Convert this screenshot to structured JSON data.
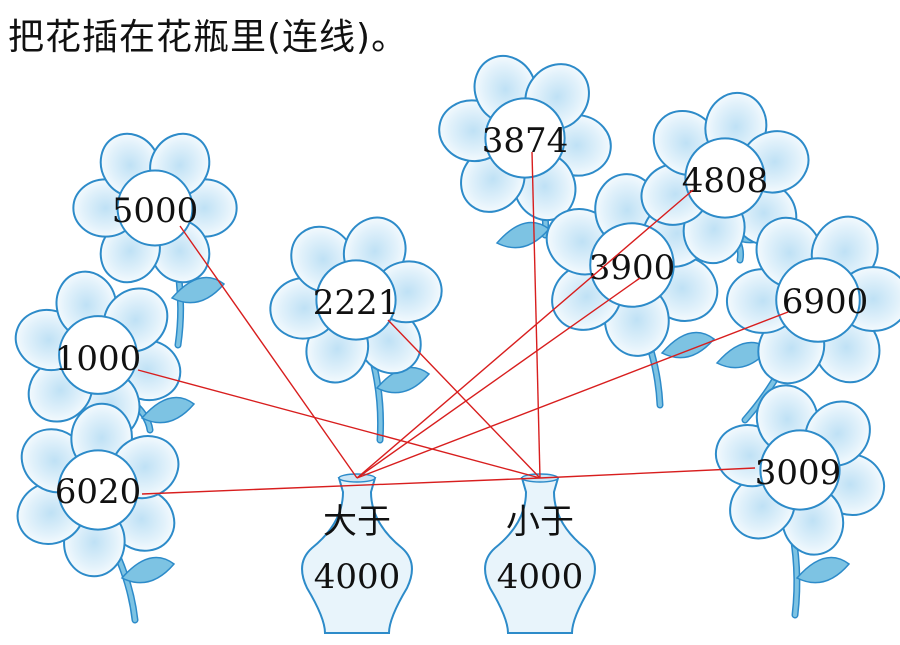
{
  "instruction": "把花插在花瓶里(连线)。",
  "flowers": [
    {
      "id": "f5000",
      "label": "5000"
    },
    {
      "id": "f1000",
      "label": "1000"
    },
    {
      "id": "f6020",
      "label": "6020"
    },
    {
      "id": "f2221",
      "label": "2221"
    },
    {
      "id": "f3874",
      "label": "3874"
    },
    {
      "id": "f3900",
      "label": "3900"
    },
    {
      "id": "f4808",
      "label": "4808"
    },
    {
      "id": "f6900",
      "label": "6900"
    },
    {
      "id": "f3009",
      "label": "3009"
    }
  ],
  "vases": [
    {
      "id": "big",
      "line1": "大于",
      "line2": "4000"
    },
    {
      "id": "small",
      "line1": "小于",
      "line2": "4000"
    }
  ],
  "connections": [
    [
      "f5000",
      "big"
    ],
    [
      "f4808",
      "big"
    ],
    [
      "f3900",
      "big"
    ],
    [
      "f6900",
      "big"
    ],
    [
      "f1000",
      "small"
    ],
    [
      "f6020",
      "small"
    ],
    [
      "f2221",
      "small"
    ],
    [
      "f3874",
      "small"
    ],
    [
      "f3009",
      "small"
    ]
  ],
  "colors": {
    "petal_fill": "#ffffff",
    "petal_stroke": "#2d8bc9",
    "petal_shade": "#cde6f6",
    "leaf": "#7dc3e3",
    "line": "#d81e1e"
  }
}
